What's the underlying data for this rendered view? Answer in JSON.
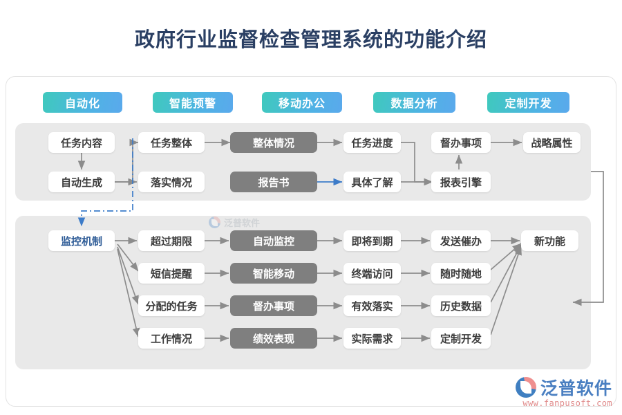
{
  "page": {
    "title": "政府行业监督检查管理系统的功能介绍",
    "title_color": "#2a3f63",
    "background": "#ffffff"
  },
  "theme": {
    "badge_gradient_from": "#3fc9bd",
    "badge_gradient_to": "#5aa9ec",
    "panel_bg": "#e9e9e9",
    "node_white_bg": "#ffffff",
    "node_gray_bg": "#7f7f7f",
    "wire_color": "#8c8c8c",
    "blue_wire_color": "#3d7cc9",
    "blue_text": "#2d5b96"
  },
  "badges": [
    {
      "label": "自动化"
    },
    {
      "label": "智能预警"
    },
    {
      "label": "移动办公"
    },
    {
      "label": "数据分析"
    },
    {
      "label": "定制开发"
    }
  ],
  "panel1": {
    "nodes": [
      {
        "label": "任务内容",
        "style": "white"
      },
      {
        "label": "自动生成",
        "style": "white"
      },
      {
        "label": "任务整体",
        "style": "white"
      },
      {
        "label": "落实情况",
        "style": "white"
      },
      {
        "label": "整体情况",
        "style": "gray"
      },
      {
        "label": "报告书",
        "style": "gray"
      },
      {
        "label": "任务进度",
        "style": "white"
      },
      {
        "label": "具体了解",
        "style": "white"
      },
      {
        "label": "督办事项",
        "style": "white"
      },
      {
        "label": "报表引擎",
        "style": "white"
      },
      {
        "label": "战略属性",
        "style": "white"
      }
    ]
  },
  "panel2": {
    "nodes": [
      {
        "label": "监控机制",
        "style": "white-blue"
      },
      {
        "label": "超过期限",
        "style": "white"
      },
      {
        "label": "短信提醒",
        "style": "white"
      },
      {
        "label": "分配的任务",
        "style": "white"
      },
      {
        "label": "工作情况",
        "style": "white"
      },
      {
        "label": "自动监控",
        "style": "gray"
      },
      {
        "label": "智能移动",
        "style": "gray"
      },
      {
        "label": "督办事项",
        "style": "gray"
      },
      {
        "label": "绩效表现",
        "style": "gray"
      },
      {
        "label": "即将到期",
        "style": "white"
      },
      {
        "label": "终端访问",
        "style": "white"
      },
      {
        "label": "有效落实",
        "style": "white"
      },
      {
        "label": "实际需求",
        "style": "white"
      },
      {
        "label": "发送催办",
        "style": "white"
      },
      {
        "label": "随时随地",
        "style": "white"
      },
      {
        "label": "历史数据",
        "style": "white"
      },
      {
        "label": "定制开发",
        "style": "white"
      },
      {
        "label": "新功能",
        "style": "white"
      }
    ]
  },
  "watermark": {
    "text": "泛普软件"
  },
  "brand": {
    "name": "泛普软件",
    "url": "www.fanpusoft.com"
  }
}
